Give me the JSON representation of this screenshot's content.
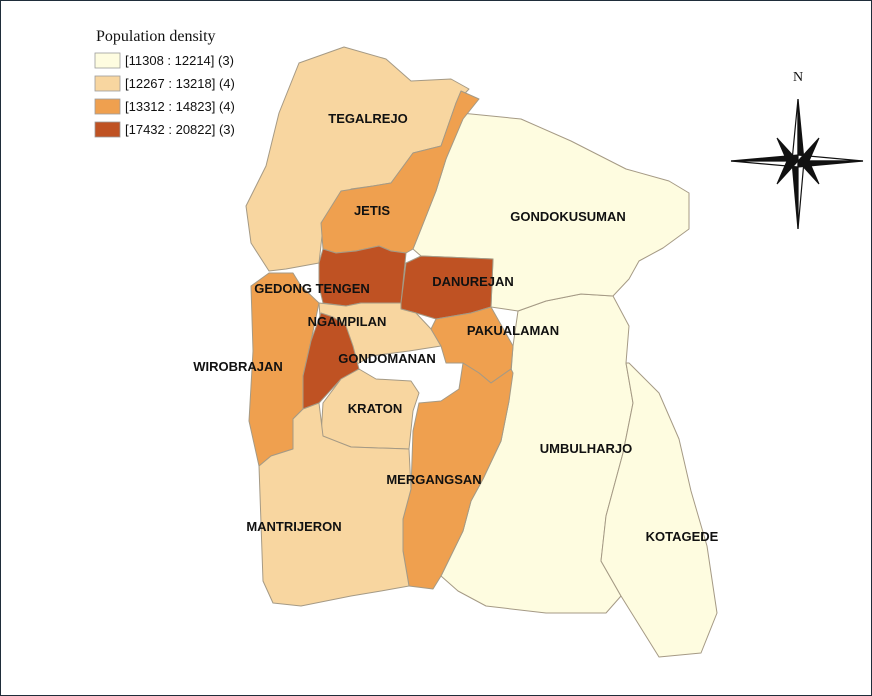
{
  "legend": {
    "title": "Population density",
    "classes": [
      {
        "label": "[11308 : 12214] (3)",
        "color": "#fefce0"
      },
      {
        "label": "[12267 : 13218] (4)",
        "color": "#f8d6a0"
      },
      {
        "label": "[13312 : 14823] (4)",
        "color": "#efa04f"
      },
      {
        "label": "[17432 : 20822] (3)",
        "color": "#bf5223"
      }
    ]
  },
  "north_arrow": {
    "letter": "N"
  },
  "districts": [
    {
      "id": "tegalrejo",
      "name": "TEGALREJO",
      "class": 1
    },
    {
      "id": "jetis",
      "name": "JETIS",
      "class": 2
    },
    {
      "id": "gondokusuman",
      "name": "GONDOKUSUMAN",
      "class": 0
    },
    {
      "id": "gedong-tengen",
      "name": "GEDONG TENGEN",
      "class": 3
    },
    {
      "id": "danurejan",
      "name": "DANUREJAN",
      "class": 3
    },
    {
      "id": "ngampilan",
      "name": "NGAMPILAN",
      "class": 1
    },
    {
      "id": "pakualaman",
      "name": "PAKUALAMAN",
      "class": 2
    },
    {
      "id": "wirobrajan",
      "name": "WIROBRAJAN",
      "class": 2
    },
    {
      "id": "gondomanan",
      "name": "GONDOMANAN",
      "class": 3
    },
    {
      "id": "kraton",
      "name": "KRATON",
      "class": 1
    },
    {
      "id": "umbulharjo",
      "name": "UMBULHARJO",
      "class": 0
    },
    {
      "id": "mergangsan",
      "name": "MERGANGSAN",
      "class": 2
    },
    {
      "id": "mantrijeron",
      "name": "MANTRIJERON",
      "class": 1
    },
    {
      "id": "kotagede",
      "name": "KOTAGEDE",
      "class": 0
    }
  ]
}
